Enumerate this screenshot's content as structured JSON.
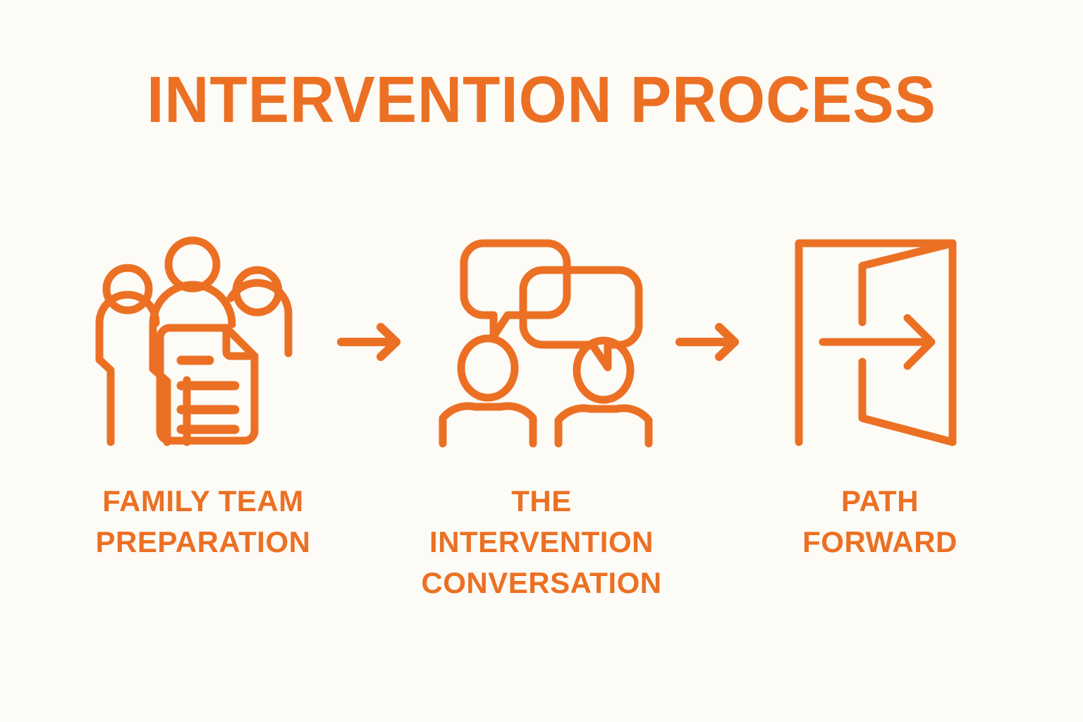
{
  "page": {
    "background_color": "#FCFBF6",
    "accent_color": "#EC7024"
  },
  "header": {
    "title": "INTERVENTION PROCESS"
  },
  "flow": {
    "arrow_icon_name": "right-arrow-icon",
    "steps": [
      {
        "index": 1,
        "icon": "family-team-group-document-icon",
        "label": "FAMILY TEAM\nPREPARATION",
        "label_line_1": "FAMILY TEAM",
        "label_line_2": "PREPARATION"
      },
      {
        "index": 2,
        "icon": "two-people-speech-bubbles-icon",
        "label": "THE INTERVENTION\nCONVERSATION",
        "label_line_1": "THE INTERVENTION",
        "label_line_2": "CONVERSATION"
      },
      {
        "index": 3,
        "icon": "open-door-exit-arrow-icon",
        "label": "PATH\nFORWARD",
        "label_line_1": "PATH",
        "label_line_2": "FORWARD"
      }
    ],
    "arrows": [
      {
        "index": 1,
        "from_step": 1,
        "to_step": 2
      },
      {
        "index": 2,
        "from_step": 2,
        "to_step": 3
      }
    ]
  }
}
